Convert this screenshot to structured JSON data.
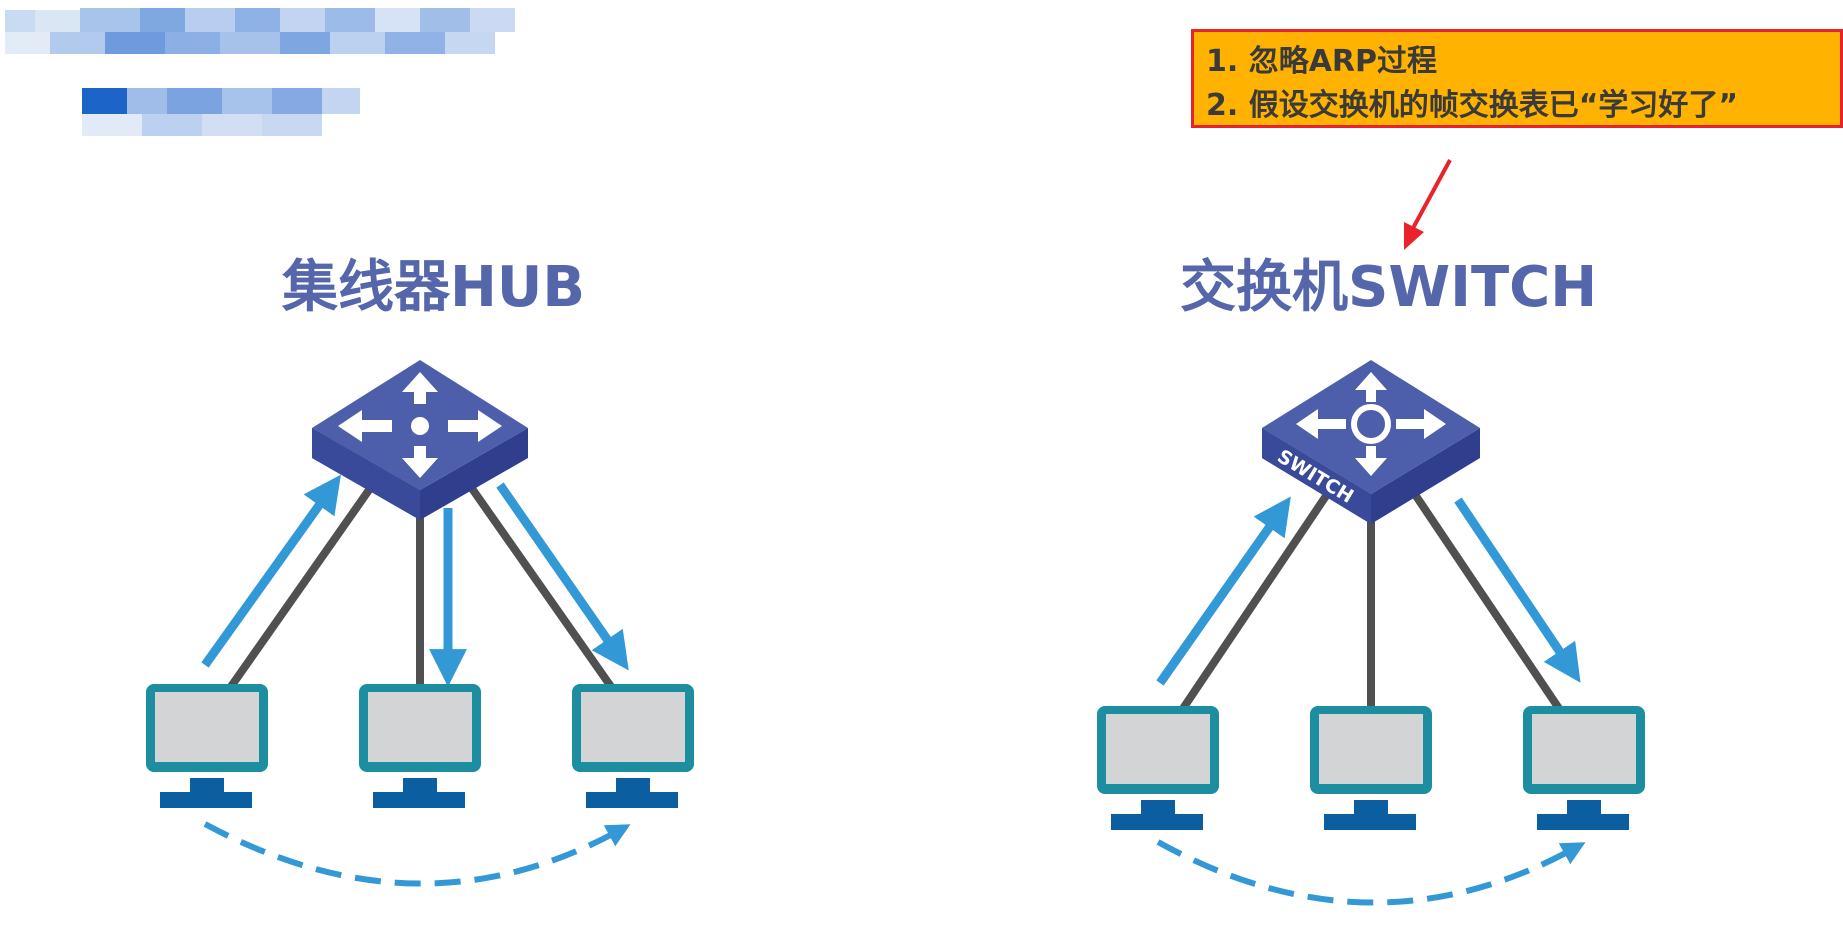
{
  "note": {
    "line1": "1. 忽略ARP过程",
    "line2": "2. 假设交换机的帧交换表已“学习好了”"
  },
  "hub": {
    "title": "集线器HUB"
  },
  "switch": {
    "title": "交换机SWITCH",
    "device_label": "SWITCH"
  },
  "colors": {
    "title": "#5566aa",
    "note_bg": "#ffb300",
    "note_border": "#e8232b",
    "arrow": "#3399d6",
    "cable": "#505050",
    "monitor_frame": "#1d8ea0",
    "monitor_screen": "#d3d4d6",
    "monitor_base": "#0b5fa0",
    "device_top": "#4d5fab",
    "device_side": "#2f3f8e",
    "callout_arrow": "#e8232b"
  }
}
